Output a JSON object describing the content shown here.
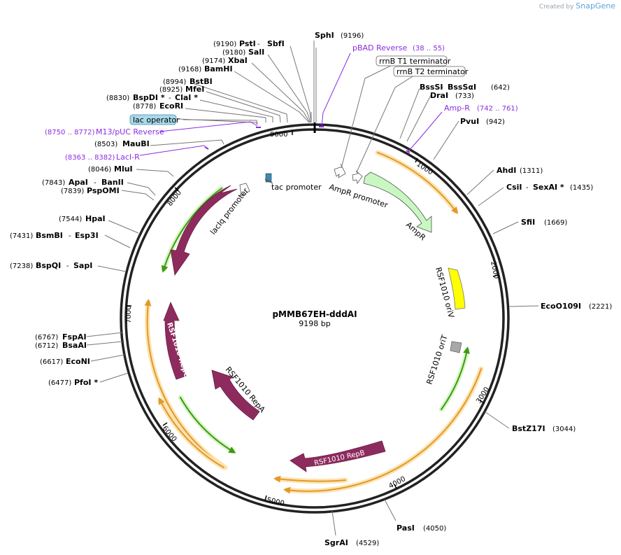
{
  "watermark": {
    "prefix": "Created by",
    "brand": "SnapGene"
  },
  "map": {
    "name": "pMMB67EH-dddAI",
    "length": "9198 bp"
  },
  "sites": [
    {
      "name": "SphI",
      "pos": "(9196)"
    },
    {
      "name": "PstI",
      "pos": "(9190)",
      "alt": "SbfI"
    },
    {
      "name": "SalI",
      "pos": "(9180)"
    },
    {
      "name": "XbaI",
      "pos": "(9174)"
    },
    {
      "name": "BamHI",
      "pos": "(9168)"
    },
    {
      "name": "BstBI",
      "pos": "(8994)"
    },
    {
      "name": "MfeI",
      "pos": "(8925)"
    },
    {
      "name": "BspDI *",
      "pos": "(8830)",
      "alt": "ClaI *"
    },
    {
      "name": "EcoRI",
      "pos": "(8778)"
    },
    {
      "name": "MauBI",
      "pos": "(8503)"
    },
    {
      "name": "MluI",
      "pos": "(8046)"
    },
    {
      "name": "ApaI",
      "pos": "(7843)",
      "alt": "BanII"
    },
    {
      "name": "PspOMI",
      "pos": "(7839)"
    },
    {
      "name": "HpaI",
      "pos": "(7544)"
    },
    {
      "name": "BsmBI",
      "pos": "(7431)",
      "alt": "Esp3I"
    },
    {
      "name": "BspQI",
      "pos": "(7238)",
      "alt": "SapI"
    },
    {
      "name": "FspAI",
      "pos": "(6767)"
    },
    {
      "name": "BsaAI",
      "pos": "(6712)"
    },
    {
      "name": "EcoNI",
      "pos": "(6617)"
    },
    {
      "name": "PfoI *",
      "pos": "(6477)"
    },
    {
      "name": "BssSI",
      "pos": "(642)",
      "alt": "BssSαI"
    },
    {
      "name": "DraI",
      "pos": "(733)"
    },
    {
      "name": "PvuI",
      "pos": "(942)"
    },
    {
      "name": "AhdI",
      "pos": "(1311)"
    },
    {
      "name": "CsiI",
      "pos": "(1435)",
      "alt": "SexAI *"
    },
    {
      "name": "SfiI",
      "pos": "(1669)"
    },
    {
      "name": "EcoO109I",
      "pos": "(2221)"
    },
    {
      "name": "BstZ17I",
      "pos": "(3044)"
    },
    {
      "name": "PasI",
      "pos": "(4050)"
    },
    {
      "name": "SgrAI",
      "pos": "(4529)"
    }
  ],
  "primers": [
    {
      "name": "pBAD Reverse",
      "range": "(38 .. 55)"
    },
    {
      "name": "Amp-R",
      "range": "(742 .. 761)"
    },
    {
      "name": "M13/pUC Reverse",
      "range": "(8750 .. 8772)"
    },
    {
      "name": "LacI-R",
      "range": "(8363 .. 8382)"
    }
  ],
  "boxed": {
    "rrnb_t1": "rrnB T1 terminator",
    "rrnb_t2": "rrnB T2 terminator",
    "lac_operator": "lac operator"
  },
  "features": {
    "tac_promoter": "tac promoter",
    "ampr_promoter": "AmpR promoter",
    "ampr": "AmpR",
    "oriv": "RSF1010 oriV",
    "orit": "RSF1010 oriT",
    "lacI": "lacI",
    "laciq_promoter": "lacIq promoter",
    "repc": "RSF1010 RepC",
    "repa": "RSF1010 RepA",
    "repb": "RSF1010 RepB"
  },
  "ticks": [
    "1000",
    "2000",
    "3000",
    "4000",
    "5000",
    "6000",
    "7000",
    "8000",
    "9000"
  ],
  "colors": {
    "primer": "#8a2be2",
    "orf_arc": "#e09a2a",
    "orf_glow": "#ffe3b0",
    "green_arc": "#3c9a14",
    "green_glow": "#d8f5c4",
    "feature": "#8e2b5e",
    "ampr_fill": "#c9f7c2",
    "oriv": "#ffff00",
    "orit": "#a8a8a8"
  }
}
